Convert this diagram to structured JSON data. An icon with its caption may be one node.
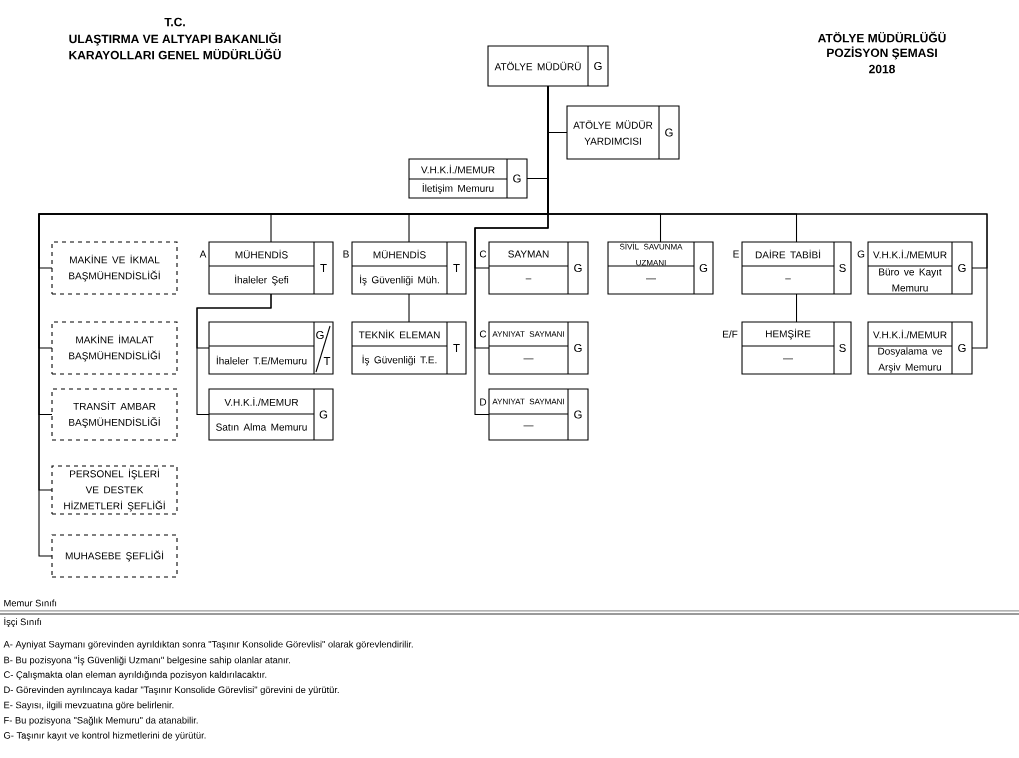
{
  "diagram": {
    "nodes": [
      {
        "text": [
          "ATÖLYE MÜDÜRÜ",
          "G"
        ]
      },
      {
        "text": [
          "ATÖLYE MÜDÜR YARDIMCISI",
          "G"
        ]
      },
      {
        "text": [
          "V.H.K.İ./MEMUR",
          "İletişim Memuru",
          "G"
        ]
      },
      {
        "text": [
          "MAKİNE VE İKMAL BAŞMÜHENDİSLİĞİ"
        ]
      },
      {
        "text": [
          "MÜHENDİS",
          "İhaleler Şefi",
          "T"
        ],
        "beside": [
          "A"
        ]
      },
      {
        "text": [
          "MÜHENDİS",
          "İş Güvenliği Müh.",
          "T"
        ],
        "beside": [
          "B"
        ]
      },
      {
        "text": [
          "SAYMAN",
          "–",
          "G"
        ],
        "beside": [
          "C"
        ]
      },
      {
        "text": [
          "SİVİL SAVUNMA UZMANI",
          "—",
          "G"
        ]
      },
      {
        "text": [
          "DAİRE TABİBİ",
          "–",
          "S"
        ],
        "beside": [
          "E"
        ]
      },
      {
        "text": [
          "V.H.K.İ./MEMUR",
          "Büro ve Kayıt Memuru",
          "G"
        ],
        "beside": [
          "G"
        ]
      },
      {
        "text": [
          "MAKİNE İMALAT BAŞMÜHENDİSLİĞİ"
        ]
      },
      {
        "text": [
          "İhaleler T.E/Memuru",
          "G",
          "T"
        ]
      },
      {
        "text": [
          "TEKNİK ELEMAN",
          "İş Güvenliği T.E.",
          "T"
        ]
      },
      {
        "text": [
          "AYNIYAT SAYMANI",
          "—",
          "G"
        ],
        "beside": [
          "C"
        ]
      },
      {
        "text": [
          "HEMŞİRE",
          "—",
          "S"
        ],
        "beside": [
          "E/F"
        ]
      },
      {
        "text": [
          "V.H.K.İ./MEMUR",
          "Dosyalama ve Arşiv Memuru",
          "G"
        ]
      },
      {
        "text": [
          "TRANSİT AMBAR BAŞMÜHENDİSLİĞİ"
        ]
      },
      {
        "text": [
          "V.H.K.İ./MEMUR",
          "Satın Alma Memuru",
          "G"
        ]
      },
      {
        "text": [
          "AYNIYAT SAYMANI",
          "—",
          "G"
        ],
        "beside": [
          "D"
        ]
      },
      {
        "text": [
          "PERSONEL İŞLERİ VE DESTEK HİZMETLERİ ŞEFLİĞİ"
        ]
      },
      {
        "text": [
          "MUHASEBE ŞEFLİĞİ"
        ]
      }
    ],
    "edges": [
      {
        "from": 0,
        "to": 1,
        "arrow": "none"
      },
      {
        "from": 0,
        "to": 2,
        "arrow": "none"
      },
      {
        "from": 0,
        "to": 3,
        "arrow": "none"
      },
      {
        "from": 0,
        "to": 10,
        "arrow": "none"
      },
      {
        "from": 0,
        "to": 16,
        "arrow": "none"
      },
      {
        "from": 0,
        "to": 19,
        "arrow": "none"
      },
      {
        "from": 0,
        "to": 20,
        "arrow": "none"
      },
      {
        "from": 0,
        "to": 4,
        "arrow": "none"
      },
      {
        "from": 4,
        "to": 11,
        "arrow": "none"
      },
      {
        "from": 4,
        "to": 17,
        "arrow": "none"
      },
      {
        "from": 0,
        "to": 5,
        "arrow": "none"
      },
      {
        "from": 5,
        "to": 12,
        "arrow": "none"
      },
      {
        "from": 0,
        "to": 6,
        "arrow": "none"
      },
      {
        "from": 0,
        "to": 13,
        "arrow": "none"
      },
      {
        "from": 0,
        "to": 18,
        "arrow": "none"
      },
      {
        "from": 0,
        "to": 7,
        "arrow": "none"
      },
      {
        "from": 0,
        "to": 8,
        "arrow": "none"
      },
      {
        "from": 8,
        "to": 14,
        "arrow": "none"
      },
      {
        "from": 0,
        "to": 9,
        "arrow": "none"
      },
      {
        "from": 0,
        "to": 15,
        "arrow": "none"
      }
    ],
    "labels": [
      "T.C.",
      "ULAŞTIRMA VE ALTYAPI BAKANLIĞI",
      "KARAYOLLARI GENEL MÜDÜRLÜĞÜ",
      "ATÖLYE MÜDÜRLÜĞÜ",
      "POZİSYON ŞEMASI",
      "2018",
      "Memur Sınıfı",
      "İşçi Sınıfı",
      "A- Ayniyat Saymanı görevinden ayrıldıktan sonra \"Taşınır Konsolide Görevlisi\" olarak görevlendirilir.",
      "B- Bu pozisyona \"İş Güvenliği Uzmanı\" belgesine sahip olanlar atanır.",
      "C- Çalışmakta olan eleman ayrıldığında pozisyon kaldırılacaktır.",
      "D- Görevinden ayrılıncaya kadar \"Taşınır Konsolide Görevlisi\" görevini de yürütür.",
      "E- Sayısı, ilgili mevzuatına göre belirlenir.",
      "F- Bu pozisyona \"Sağlık Memuru\" da atanabilir.",
      "G- Taşınır kayıt ve kontrol hizmetlerini de yürütür."
    ]
  }
}
